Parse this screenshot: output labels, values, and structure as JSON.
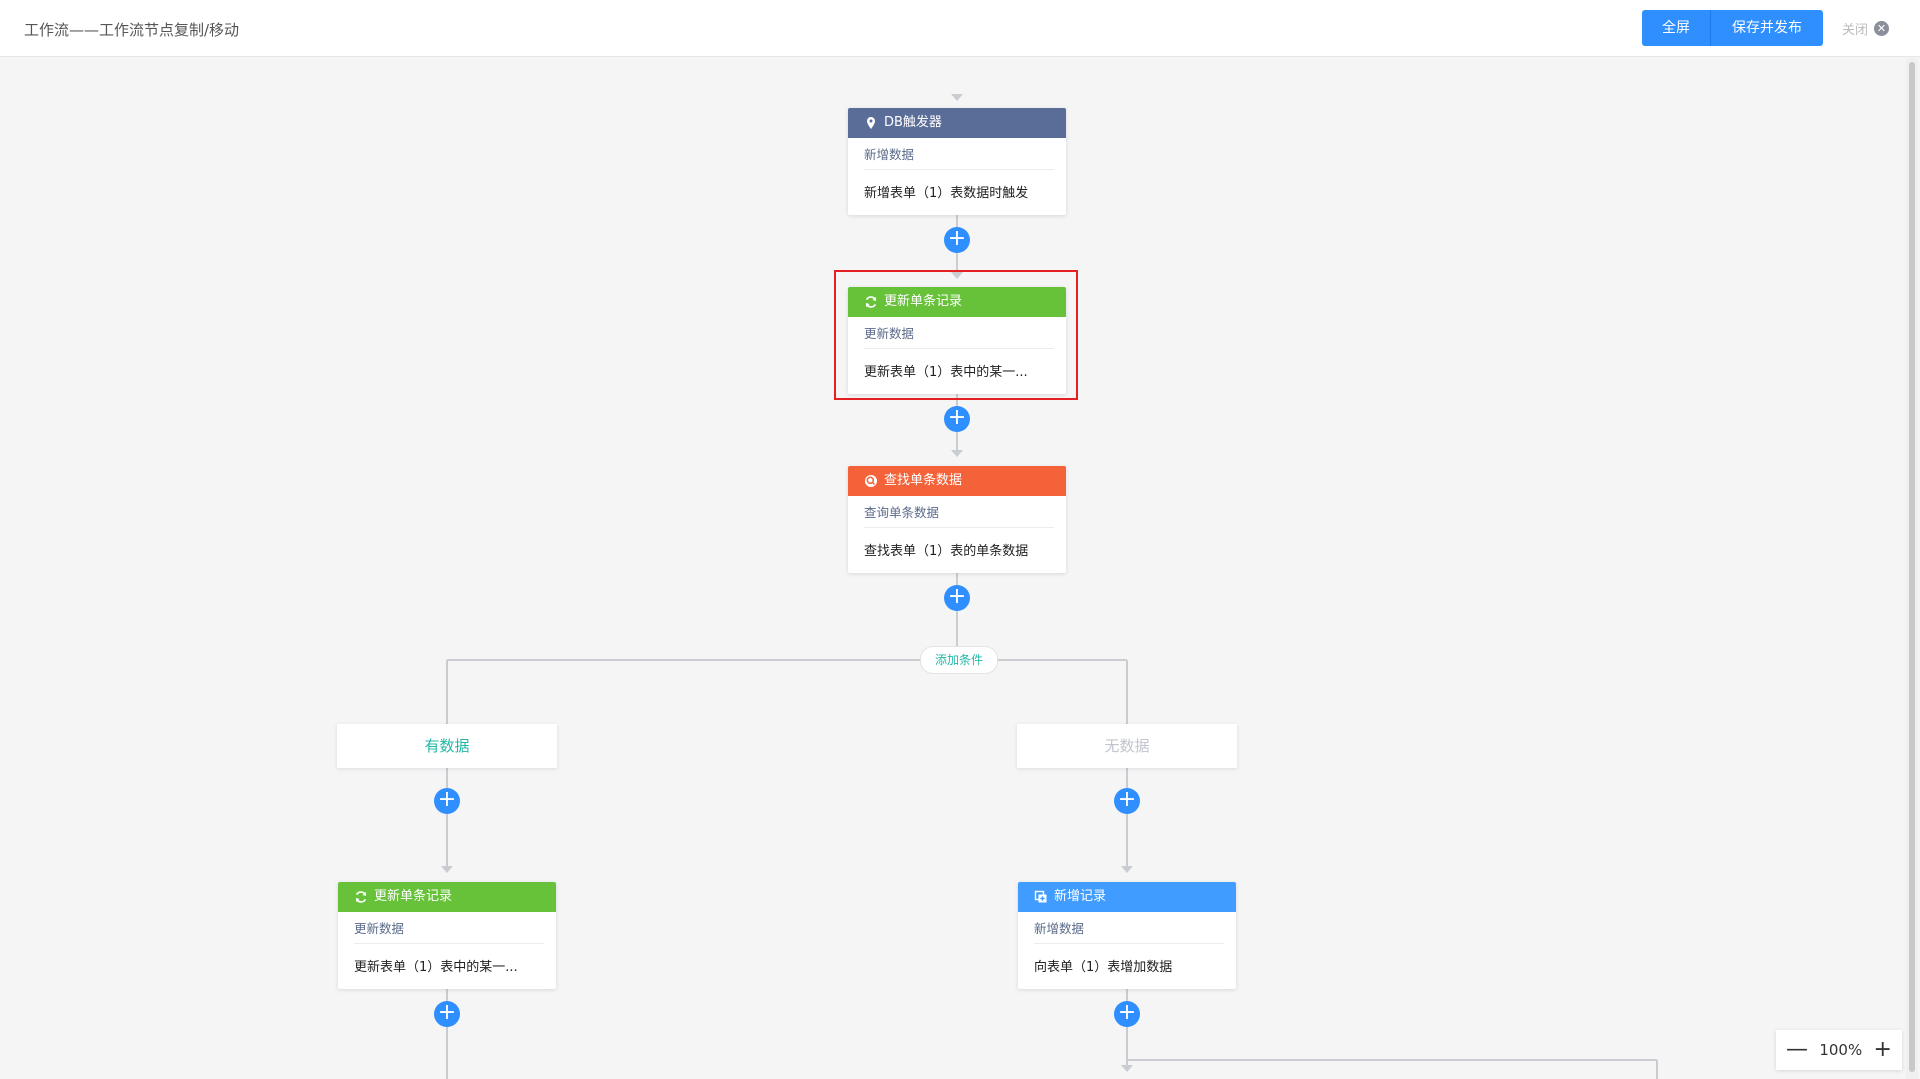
{
  "header": {
    "title": "工作流——工作流节点复制/移动",
    "fullscreen_label": "全屏",
    "save_publish_label": "保存并发布",
    "close_label": "关闭"
  },
  "colors": {
    "primary": "#2f8fff",
    "trigger_head": "#5a6d99",
    "update_head": "#67c23a",
    "query_head": "#f4623a",
    "add_head": "#419cff",
    "highlight_border": "#e62020",
    "condition_yes": "#21b8a6",
    "condition_no": "#c0c4cc"
  },
  "flow": {
    "trigger": {
      "icon": "location-pin-icon",
      "title": "DB触发器",
      "subtitle": "新增数据",
      "desc": "新增表单（1）表数据时触发"
    },
    "update_main": {
      "icon": "refresh-icon",
      "title": "更新单条记录",
      "subtitle": "更新数据",
      "desc": "更新表单（1）表中的某一..."
    },
    "query": {
      "icon": "search-icon",
      "title": "查找单条数据",
      "subtitle": "查询单条数据",
      "desc": "查找表单（1）表的单条数据"
    },
    "add_condition_label": "添加条件",
    "branch_yes": {
      "label": "有数据",
      "node": {
        "icon": "refresh-icon",
        "title": "更新单条记录",
        "subtitle": "更新数据",
        "desc": "更新表单（1）表中的某一..."
      }
    },
    "branch_no": {
      "label": "无数据",
      "node": {
        "icon": "add-record-icon",
        "title": "新增记录",
        "subtitle": "新增数据",
        "desc": "向表单（1）表增加数据"
      }
    }
  },
  "zoom": {
    "level": "100%",
    "minus": "—",
    "plus": "+"
  }
}
